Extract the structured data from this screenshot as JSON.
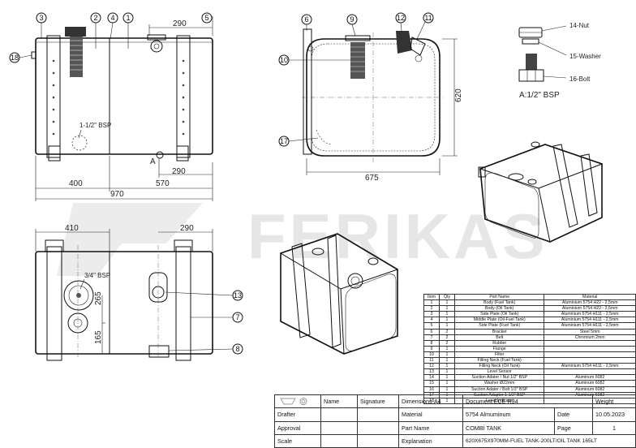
{
  "watermark": "FERIKAS",
  "front_view": {
    "dims": {
      "overall": "970",
      "left": "400",
      "mid": "570",
      "top_right": "290",
      "bottom_right": "290"
    },
    "callout_bsp": "1-1/2\" BSP",
    "detail_mark": "A"
  },
  "bottom_view": {
    "dims": {
      "left": "410",
      "right": "290",
      "height_1": "265",
      "height_2": "165"
    },
    "callout_bsp": "3/4\" BSP"
  },
  "side_view": {
    "dims": {
      "width": "675",
      "height": "620"
    }
  },
  "detail_a": {
    "labels": {
      "nut": "14-Nut",
      "washer": "15-Washer",
      "bolt": "16-Bolt"
    },
    "caption": "A:1/2\" BSP"
  },
  "balloons": {
    "b1": "1",
    "b2": "2",
    "b3": "3",
    "b4": "4",
    "b5": "5",
    "b6": "6",
    "b7": "7",
    "b8": "8",
    "b9": "9",
    "b10": "10",
    "b11": "11",
    "b12": "12",
    "b13": "13",
    "b17": "17",
    "b18": "18"
  },
  "parts_list": {
    "headers": [
      "Item",
      "Qty",
      "Part Name",
      "Material"
    ],
    "rows": [
      [
        "1",
        "1",
        "Body (Fuel Tank)",
        "Aluminium 5754 H22 - 2,5mm"
      ],
      [
        "2",
        "1",
        "Body (Oil Tank)",
        "Aluminium 5754 H22 - 2,5mm"
      ],
      [
        "3",
        "1",
        "Side Plate (Oil Tank)",
        "Aluminium 5754 H111 - 2,5mm"
      ],
      [
        "4",
        "1",
        "Middle Plate (Oil-Fuel Tank)",
        "Aluminium 5754 H111 - 2,5mm"
      ],
      [
        "5",
        "1",
        "Side Plate (Fuel Tank)",
        "Aluminium 5754 H111 - 2,5mm"
      ],
      [
        "6",
        "2",
        "Bracket",
        "Steel 5mm"
      ],
      [
        "7",
        "2",
        "Belt",
        "Chromium 2mm"
      ],
      [
        "8",
        "2",
        "Rubber",
        ""
      ],
      [
        "9",
        "1",
        "Flange",
        ""
      ],
      [
        "10",
        "1",
        "Filter",
        ""
      ],
      [
        "11",
        "1",
        "Filling Neck (Fuel Tank)",
        ""
      ],
      [
        "12",
        "1",
        "Filling Neck (Oil Tank)",
        "Aluminium 5754 H111 - 2,5mm"
      ],
      [
        "13",
        "1",
        "Level Sensor",
        ""
      ],
      [
        "14",
        "1",
        "Suction Adater / Nut 1/2\" BSP",
        "Aluminum 6082"
      ],
      [
        "15",
        "1",
        "Washer Ø22mm",
        "Aluminum 6082"
      ],
      [
        "16",
        "1",
        "Suction Adater / Bolt 1/2\" BSP",
        "Aluminum 6082"
      ],
      [
        "17",
        "1",
        "Suction Adapter 1-1/2\" BSP",
        "Aluminum 6082"
      ],
      [
        "18",
        "1",
        "Level Indicator",
        ""
      ]
    ]
  },
  "title_block": {
    "name_label": "Name",
    "signature_label": "Signature",
    "dimensions": "Dimensions-A4",
    "document": "Document:ECE R34",
    "weight_label": "Weight",
    "drafter_label": "Drafter",
    "material_label": "Material",
    "material_value": "5754 Almuminum",
    "date_label": "Date",
    "date_value": "10.05.2023",
    "approval_label": "Approval",
    "part_name_label": "Part Name",
    "part_name_value": "COMBİ TANK",
    "page_label": "Page",
    "page_value": "1",
    "scale_label": "Scale",
    "explanation_label": "Explanation",
    "explanation_value": "620X675X970MM-FUEL TANK-200LT/OIL TANK 165LT"
  }
}
